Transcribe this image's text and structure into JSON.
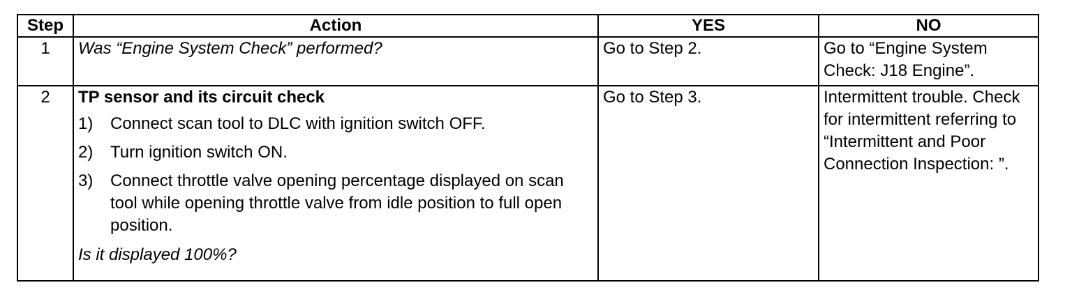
{
  "headers": {
    "step": "Step",
    "action": "Action",
    "yes": "YES",
    "no": "NO"
  },
  "rows": [
    {
      "step": "1",
      "action_question": "Was “Engine System Check” performed?",
      "yes": "Go to Step 2.",
      "no": "Go to “Engine System Check: J18 Engine”."
    },
    {
      "step": "2",
      "action_title": "TP sensor and its circuit check",
      "action_steps": [
        {
          "num": "1)",
          "text": "Connect scan tool to DLC with ignition switch OFF."
        },
        {
          "num": "2)",
          "text": "Turn ignition switch ON."
        },
        {
          "num": "3)",
          "text": "Connect throttle valve opening percentage displayed on scan tool while opening throttle valve from idle position to full open position."
        }
      ],
      "action_question": "Is it displayed 100%?",
      "yes": "Go to Step 3.",
      "no": "Intermittent trouble. Check for intermittent referring to “Intermittent and Poor Connection Inspection: ”."
    }
  ]
}
